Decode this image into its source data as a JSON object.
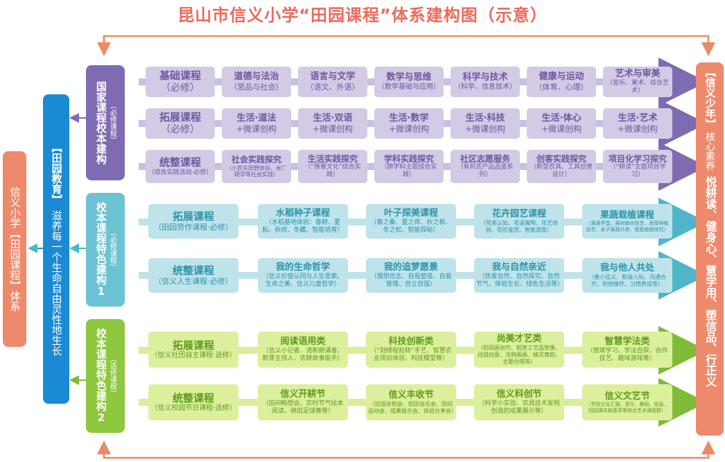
{
  "title": "昆山市信义小学“田园课程”体系建构图（示意）",
  "left_outer": {
    "text": "信义小学【田园课程】体系"
  },
  "left_inner": {
    "head": "【田园教育】",
    "body": "滋养每一个生命自由灵性地生长"
  },
  "right": {
    "head": "【信义少年】",
    "mid": "核心素养",
    "body": "悦耕读、健身心、慧学用、塑信品、行正义"
  },
  "sections": [
    {
      "head": "国家课程校本建构",
      "note": "（必修课程）",
      "color": "#7f6bb2",
      "rows": [
        {
          "label": {
            "title": "基础课程",
            "sub": "（必修）"
          },
          "items": [
            {
              "title": "道德与法治",
              "sub": "（思品与社会）"
            },
            {
              "title": "语言与文学",
              "sub": "（语文、外语）"
            },
            {
              "title": "数学与思维",
              "sub": "（数学基础与应用）"
            },
            {
              "title": "科学与技术",
              "sub": "（科学、信息技术）"
            },
            {
              "title": "健康与运动",
              "sub": "（体育、心理）"
            },
            {
              "title": "艺术与审美",
              "sub": "（音乐、美术、综合艺术）"
            }
          ]
        },
        {
          "label": {
            "title": "拓展课程",
            "sub": "（必修）"
          },
          "items": [
            {
              "title": "生活·道法",
              "sub": "+微课创构"
            },
            {
              "title": "生活·双语",
              "sub": "+微课创构"
            },
            {
              "title": "生活·数学",
              "sub": "+微课创构"
            },
            {
              "title": "生活·科技",
              "sub": "+微课创构"
            },
            {
              "title": "生活·体心",
              "sub": "+微课创构"
            },
            {
              "title": "生活·艺术",
              "sub": "+微课创构"
            }
          ]
        },
        {
          "label": {
            "title": "统整课程",
            "sub": "（综合实践活动·必修）"
          },
          "items": [
            {
              "title": "社会实践探究",
              "sub": "（小农夫田野体验、米厂研学等社会实践）"
            },
            {
              "title": "生活实践探究",
              "sub": "（“筷餐文化”综合实践）"
            },
            {
              "title": "学科实践探究",
              "sub": "（跨学科主题综合实践）"
            },
            {
              "title": "社区志愿服务",
              "sub": "（有机农产品品鉴系列）"
            },
            {
              "title": "创客实践探究",
              "sub": "（新型农具、工具创意设计）"
            },
            {
              "title": "项目化学习探究",
              "sub": "（“耕读”主题项目学习）"
            }
          ]
        }
      ]
    },
    {
      "head": "校本课程特色建构1",
      "note": "（必修课程）",
      "color": "#6cc3d3",
      "rows": [
        {
          "label": {
            "title": "拓展课程",
            "sub": "（田园劳作课程·必修）"
          },
          "items": [
            {
              "title": "水稻种子课程",
              "sub": "（水稻基地体验：春耕、夏耘、秋收、冬藏、智能培育）"
            },
            {
              "title": "叶子探美课程",
              "sub": "（春之桑、夏之荷、秋之枫、冬之松、智能探秘）"
            },
            {
              "title": "花卉园艺课程",
              "sub": "（花类认知、花语寓陶、花艺体验、花形鉴赏、智能调育）"
            },
            {
              "title": "果蔬栽植课程",
              "sub": "（果蔬学堂、果树栽培技艺、蔬菜种植技艺、亲子果蔬共育、智能栽植探究）"
            }
          ]
        },
        {
          "label": {
            "title": "统整课程",
            "sub": "（信义人生课程·必修）"
          },
          "items": [
            {
              "title": "我的生命哲学",
              "sub": "（信义价值认同与人生思索、生命之美、信义儿童哲学）"
            },
            {
              "title": "我的追梦愿景",
              "sub": "（理想信念、自我塑造、自我管理、自立自强）"
            },
            {
              "title": "我与自然亲近",
              "sub": "（热爱自然、自然探究、自然节气、体验生长、绿色生活等）"
            },
            {
              "title": "我与他人共处",
              "sub": "（善小信义、和谐人际、沟通合作、利他情怀、习惯养成等）"
            }
          ]
        }
      ]
    },
    {
      "head": "校本课程特色建构2",
      "note": "（选修课程）",
      "color": "#8dc83e",
      "rows": [
        {
          "label": {
            "title": "拓展课程",
            "sub": "（信义社团自主课程·选修）"
          },
          "items": [
            {
              "title": "阅读语用类",
              "sub": "（信义小记者、清新朗诵者、新芽主持人、农耕故事能手）"
            },
            {
              "title": "科技创新类",
              "sub": "（“刻绣程贴转”手艺、智慧农业项目体验、科技模型等）"
            },
            {
              "title": "尚美才艺类",
              "sub": "（稻田画创作、稻草工艺品塑像、线描创意、涂鸦画画、精灵舞蹈、主题合唱等）"
            },
            {
              "title": "智慧学法类",
              "sub": "（情境学习、学法自探、合作技艺、趣味游戏等）"
            }
          ]
        },
        {
          "label": {
            "title": "统整课程",
            "sub": "（信义校园节日课程·选修）"
          },
          "items": [
            {
              "title": "信义开耕节",
              "sub": "（田间畅想会、农时节气绘本阅读、秧田足球赛等）"
            },
            {
              "title": "信义丰收节",
              "sub": "（班级收割会、稻田音乐会、田间运动会、成果展示会、体验分享会）"
            },
            {
              "title": "信义科创节",
              "sub": "（科学小实验、农具技术发明创造的成果展示等）"
            },
            {
              "title": "信义文艺节",
              "sub": "（学校文化汇展、音乐、舞蹈、绘画、田园课本剧荟萃等综合艺术课程群）"
            }
          ]
        }
      ]
    }
  ]
}
